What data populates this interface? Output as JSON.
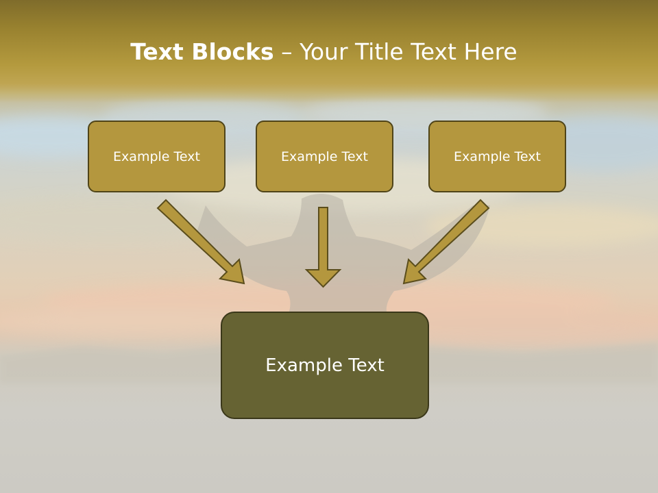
{
  "slide": {
    "title_bold": "Text Blocks",
    "title_dash": " – ",
    "title_rest": "Your Title Text Here"
  },
  "blocks": [
    {
      "label": "Example Text"
    },
    {
      "label": "Example Text"
    },
    {
      "label": "Example Text"
    }
  ],
  "main_block": {
    "label": "Example Text"
  },
  "colors": {
    "box_fill": "#b4973e",
    "box_border": "#4f4418",
    "main_fill": "#666333",
    "arrow_fill": "#b4973e",
    "title_band": "#98812f"
  },
  "icons": [
    "arrow-down-right-icon",
    "arrow-down-icon",
    "arrow-down-left-icon"
  ]
}
